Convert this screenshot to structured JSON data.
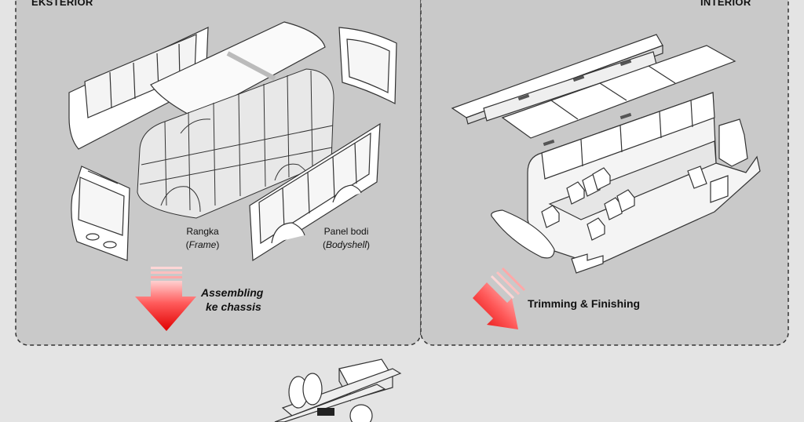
{
  "sections": {
    "exterior": "EKSTERIOR",
    "interior": "INTERIOR"
  },
  "labels": {
    "frame_main": "Rangka",
    "frame_sub": "Frame",
    "panel_main": "Panel bodi",
    "panel_sub": "Bodyshell",
    "assembling_line1": "Assembling",
    "assembling_line2": "ke chassis",
    "trimming": "Trimming & Finishing"
  },
  "colors": {
    "arrow_red": "#e41b1b",
    "panel_bg": "#c9c9c9",
    "page_bg": "#e4e4e4"
  }
}
